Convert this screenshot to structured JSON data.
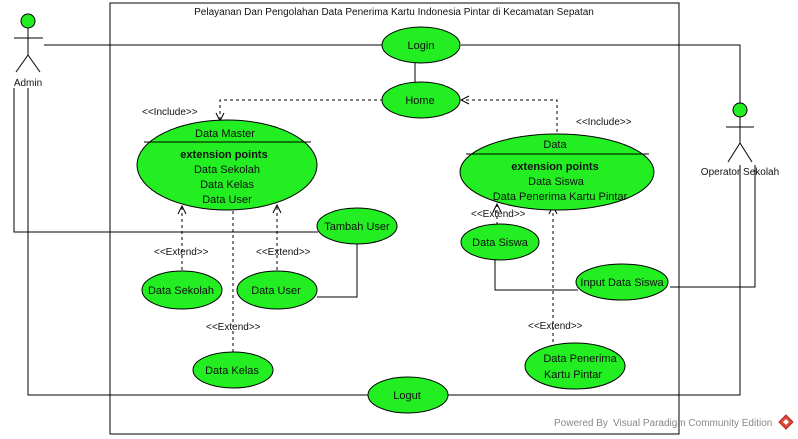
{
  "system": {
    "title": "Pelayanan Dan Pengolahan Data Penerima Kartu Indonesia Pintar di Kecamatan Sepatan"
  },
  "actors": {
    "admin": "Admin",
    "operator": "Operator Sekolah"
  },
  "use_cases": {
    "login": "Login",
    "home": "Home",
    "tambah_user": "Tambah User",
    "data_sekolah": "Data Sekolah",
    "data_user": "Data User",
    "data_kelas": "Data Kelas",
    "data_siswa": "Data Siswa",
    "input_data_siswa": "Input Data Siswa",
    "data_penerima_line1": "Data Penerima",
    "data_penerima_line2": "Kartu Pintar",
    "logout": "Logut"
  },
  "data_master": {
    "name": "Data Master",
    "section": "extension points",
    "points": [
      "Data Sekolah",
      "Data Kelas",
      "Data User"
    ]
  },
  "data_uc": {
    "name": "Data",
    "section": "extension points",
    "points": [
      "Data Siswa",
      "Data Penerima Kartu Pintar"
    ]
  },
  "stereotypes": {
    "include": "<<Include>>",
    "extend": "<<Extend>>"
  },
  "footer": {
    "powered": "Powered By",
    "brand": "Visual Paradigm Community Edition"
  }
}
